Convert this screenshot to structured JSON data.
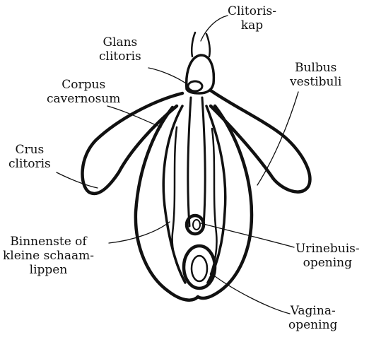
{
  "labels": {
    "clitoriskap": [
      "Clitoris-",
      "kap"
    ],
    "glans": [
      "Glans",
      "clitoris"
    ],
    "corpus": [
      "Corpus",
      "cavernosum"
    ],
    "crus": [
      "Crus",
      "clitoris"
    ],
    "bulbus": [
      "Bulbus",
      "vestibuli"
    ],
    "binnenste": [
      "Binnenste of",
      "kleine schaam-",
      "lippen"
    ],
    "urinebuis": [
      "Urinebuis-",
      "opening"
    ],
    "vagina": [
      "Vagina-",
      "opening"
    ]
  },
  "colors": {
    "ink": "#111111",
    "background": "#ffffff"
  }
}
